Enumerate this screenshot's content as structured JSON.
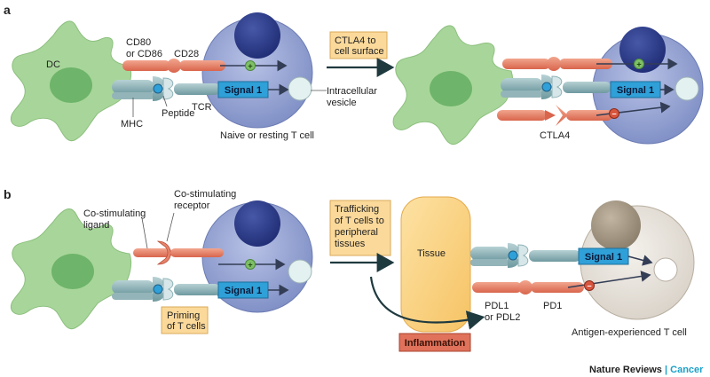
{
  "panels": {
    "a": "a",
    "b": "b"
  },
  "labels": {
    "dc": "DC",
    "cd80_line1": "CD80",
    "cd80_line2": "or CD86",
    "cd28": "CD28",
    "mhc": "MHC",
    "peptide": "Peptide",
    "tcr": "TCR",
    "signal1": "Signal 1",
    "intracellular_line1": "Intracellular",
    "intracellular_line2": "vesicle",
    "naive": "Naive or resting T cell",
    "ctla4": "CTLA4",
    "ctla4_surface_line1": "CTLA4 to",
    "ctla4_surface_line2": "cell surface",
    "costim_ligand_line1": "Co-stimulating",
    "costim_ligand_line2": "ligand",
    "costim_receptor_line1": "Co-stimulating",
    "costim_receptor_line2": "receptor",
    "priming_line1": "Priming",
    "priming_line2": "of T cells",
    "trafficking_line1": "Trafficking",
    "trafficking_line2": "of T cells to",
    "trafficking_line3": "peripheral",
    "trafficking_line4": "tissues",
    "tissue": "Tissue",
    "pdl1_line1": "PDL1",
    "pdl1_line2": "or PDL2",
    "pd1": "PD1",
    "inflammation": "Inflammation",
    "antigen_experienced": "Antigen-experienced T cell",
    "plus": "+",
    "minus": "−"
  },
  "credit": {
    "journal": "Nature Reviews",
    "separator": " | ",
    "section": "Cancer"
  },
  "colors": {
    "dc": "#a8d69a",
    "dc_nucleus": "#6eb46a",
    "tcell": "#8d9ccc",
    "tcell_nucleus": "#2d3c8c",
    "vesicle": "#e4f1f1",
    "receptor": "#e8826a",
    "tcr": "#8fb3b8",
    "signal": "#2fa0d8",
    "label_box": "#fbd99a",
    "tissue": "#fbd07c",
    "inflammation": "#e0715a",
    "exp_cell": "#e6e0d8",
    "exp_nucleus": "#a39784",
    "credit_accent": "#1aa0c8"
  }
}
